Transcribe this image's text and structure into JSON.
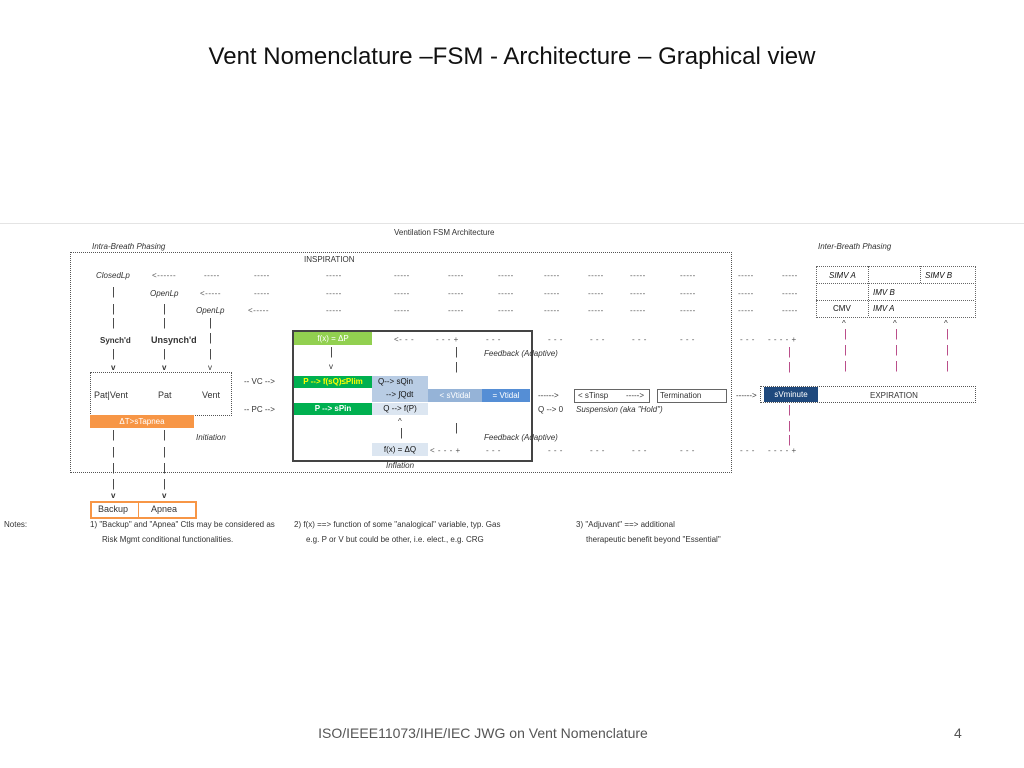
{
  "slide": {
    "title": "Vent Nomenclature –FSM - Architecture – Graphical view",
    "footer": "ISO/IEEE11073/IHE/IEC JWG on Vent Nomenclature",
    "page_number": "4"
  },
  "diagram": {
    "heading": "Ventilation FSM Architecture",
    "intra_label": "Intra-Breath Phasing",
    "inter_label": "Inter-Breath Phasing",
    "inspiration": "INSPIRATION",
    "closed_lp": "ClosedLp",
    "open_lp": "OpenLp",
    "open_lp2": "OpenLp",
    "arrow_left": "<------",
    "arrow_left2": "<-----",
    "dash": "-----",
    "synchd": "Synch'd",
    "unsynchd": "Unsynch'd",
    "pat_vent": "Pat|Vent",
    "pat": "Pat",
    "vent": "Vent",
    "t_apnea": "ΔT>sTapnea",
    "initiation": "Initiation",
    "vc_arrow": "-- VC -->",
    "pc_arrow": "-- PC -->",
    "f_dp": "f(x) = ΔP",
    "vc_green": "P --> f(sQ)≤Plim",
    "pc_green": "P --> sPin",
    "q_sqin": "Q--> sQin",
    "int_qdt": "--> ∫Qdt",
    "q_fp": "Q --> f(P)",
    "lt_svtidal": "< sVtidal",
    "eq_vtidal": "= Vtidal",
    "f_dq": "f(x) = ΔQ",
    "feedback": "Feedback (Adaptive)",
    "feedback2": "Feedback (Adaptive)",
    "inflation": "Inflation",
    "lt_arrow": "<- - -",
    "arrow_r6": "------>",
    "arrow_r5": "----->",
    "arrow_r6b": "------>",
    "lt_stinsp": "< sTinsp",
    "termination": "Termination",
    "q_zero": "Q --> 0",
    "suspension": "Suspension (aka \"Hold\")",
    "svminute": "sVminute",
    "expiration": "EXPIRATION",
    "simv_a": "SIMV A",
    "simv_b": "SIMV B",
    "imv_b": "IMV B",
    "cmv": "CMV",
    "imv_a": "IMV A",
    "caret": "^",
    "v": "v",
    "backup": "Backup",
    "apnea": "Apnea",
    "notes": "Notes:",
    "note1a": "1)  \"Backup\" and \"Apnea\" Ctls may be considered as",
    "note1b": "Risk Mgmt conditional functionalities.",
    "note2a": "2) f(x) ==> function of some \"analogical\" variable, typ. Gas",
    "note2b": "e.g. P or V but could be other, i.e. elect., e.g. CRG",
    "note3a": "3) \"Adjuvant\" ==> additional",
    "note3b": "therapeutic benefit beyond \"Essential\""
  },
  "colors": {
    "light_green": "#92d050",
    "dark_green": "#00b050",
    "vc_yellow": "#ffff00",
    "orange": "#f79646",
    "light_blue": "#b8cce4",
    "mid_blue": "#95b3d7",
    "blue": "#558ed5",
    "dark_blue": "#1f497d",
    "magenta": "#b0357a",
    "backup_border": "#f79646"
  }
}
